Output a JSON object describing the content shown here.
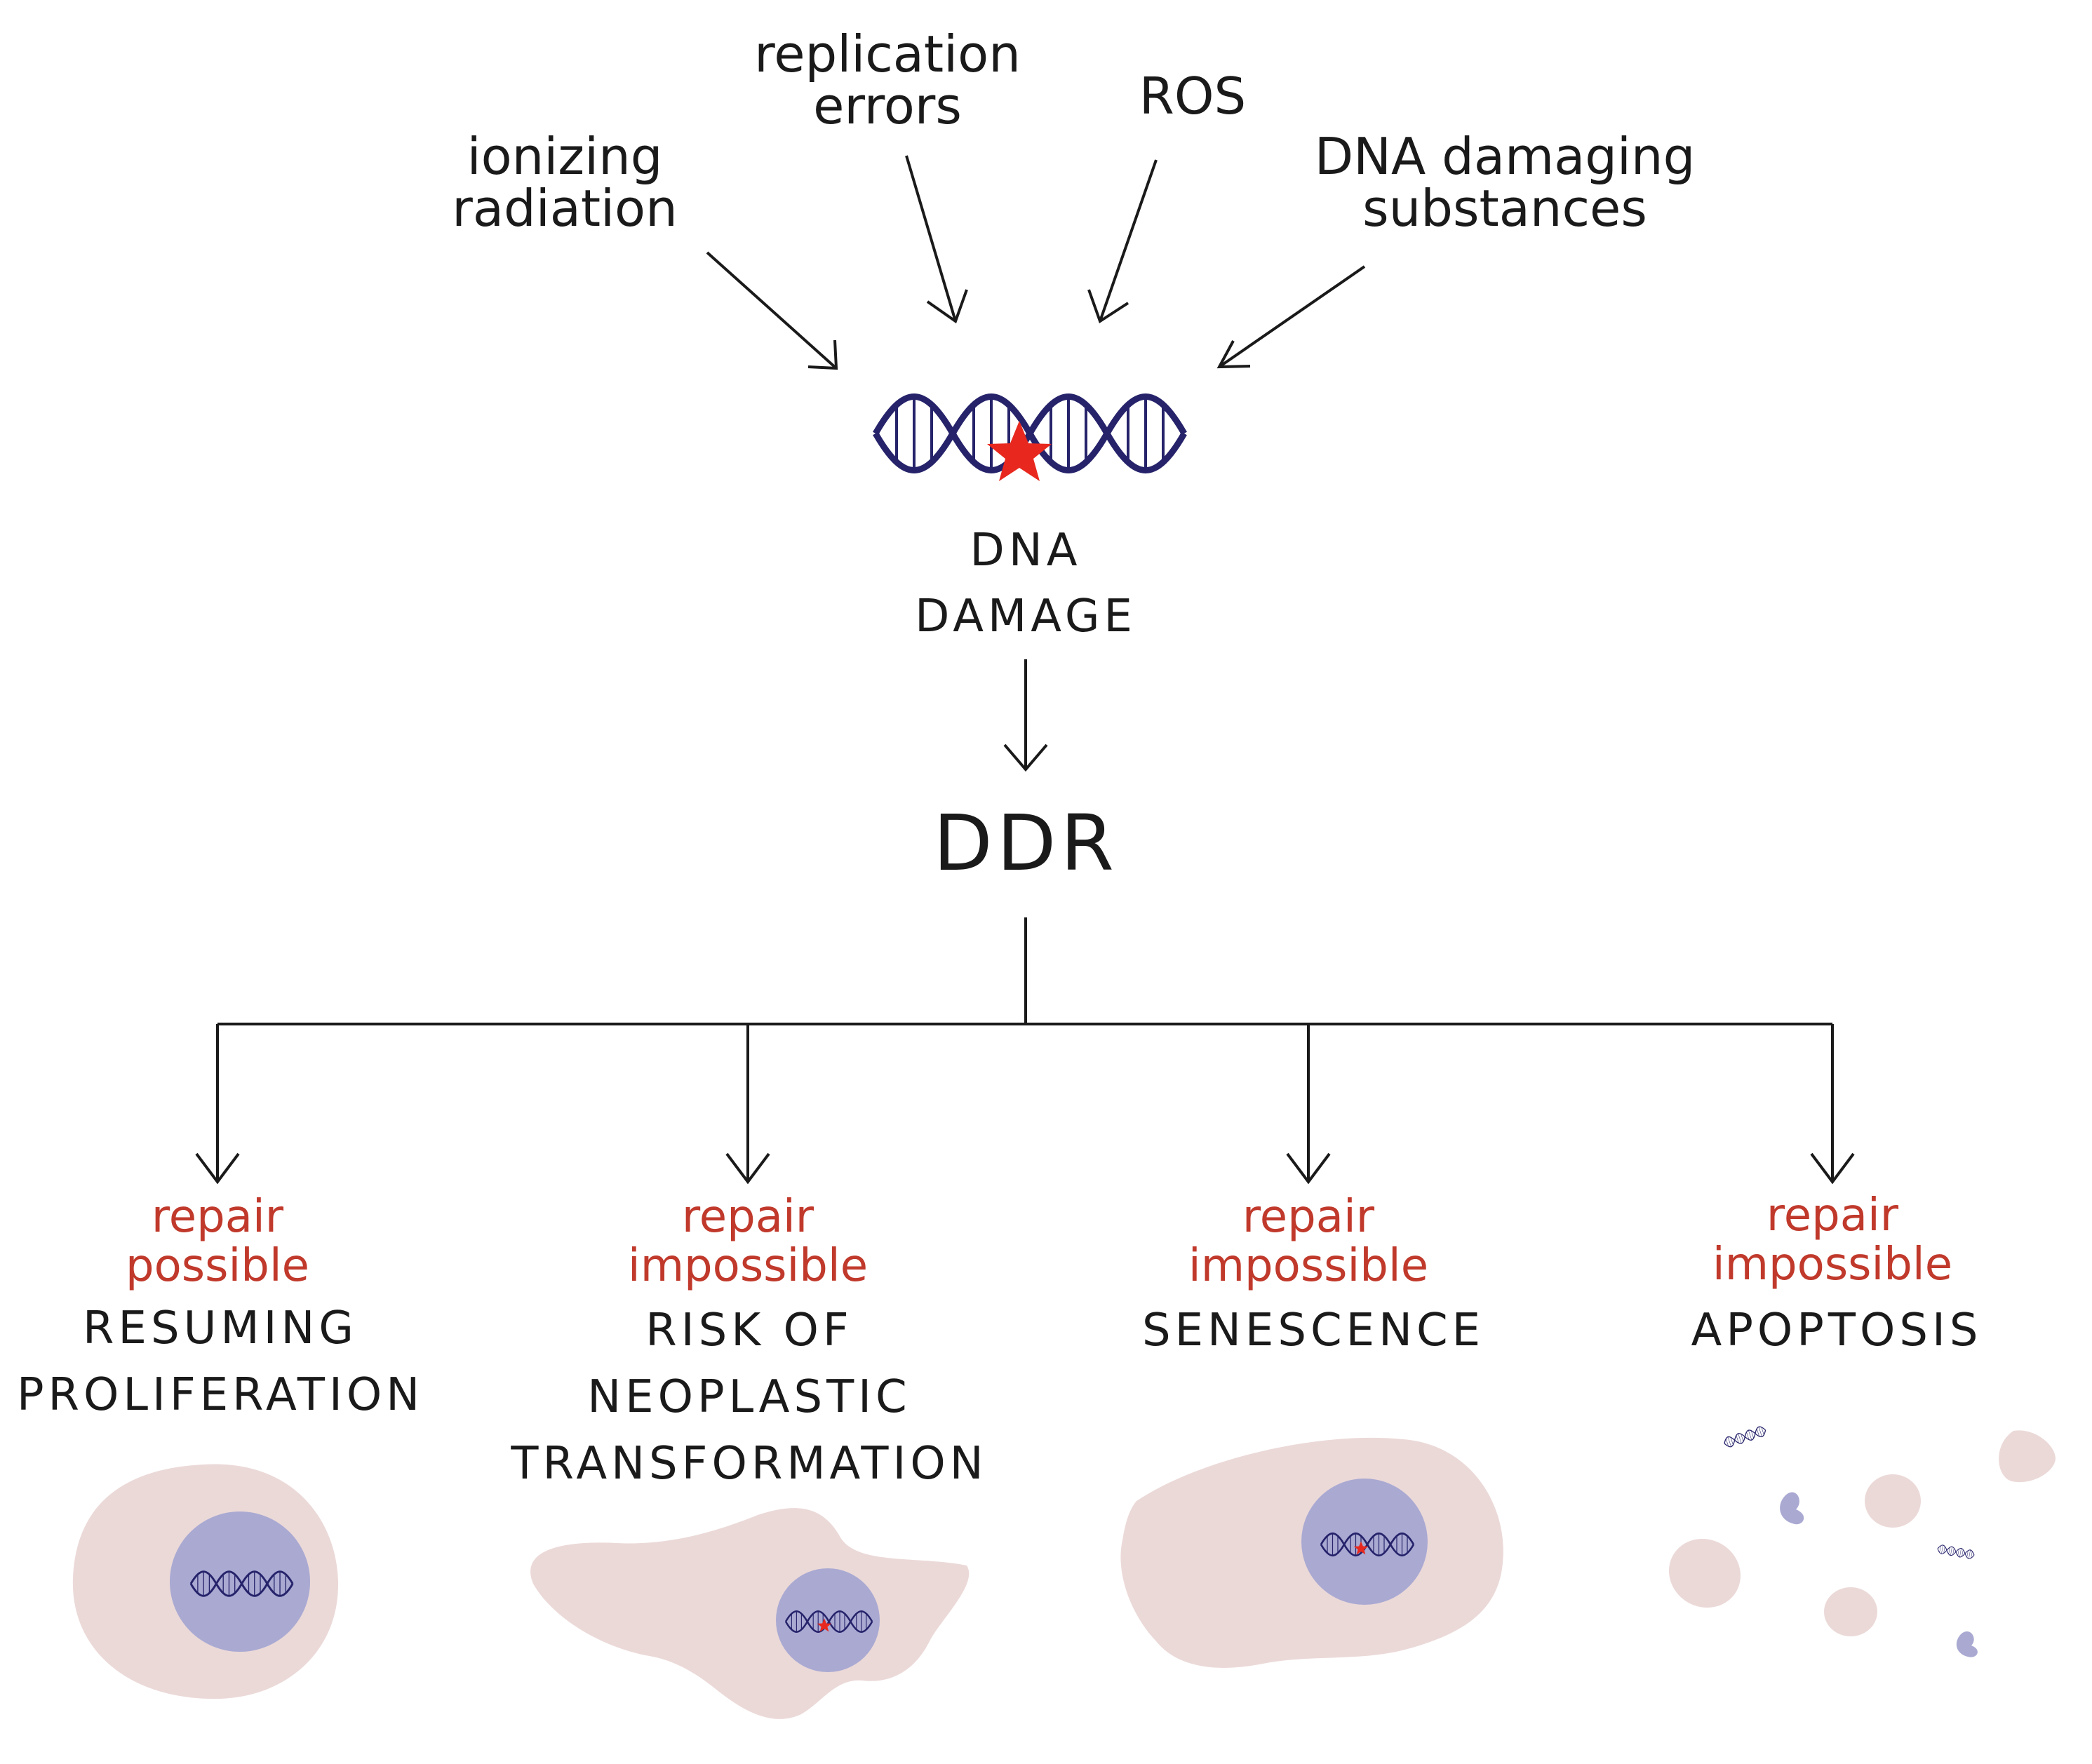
{
  "causes": [
    {
      "lines": [
        "ionizing",
        "radiation"
      ]
    },
    {
      "lines": [
        "replication",
        "errors"
      ]
    },
    {
      "lines": [
        "ROS"
      ]
    },
    {
      "lines": [
        "DNA damaging",
        "substances"
      ]
    }
  ],
  "center": {
    "damage_lines": [
      "DNA",
      "DAMAGE"
    ],
    "ddr": "DDR"
  },
  "outcomes": [
    {
      "repair_lines": [
        "repair",
        "possible"
      ],
      "result_lines": [
        "RESUMING",
        "PROLIFERATION"
      ]
    },
    {
      "repair_lines": [
        "repair",
        "impossible"
      ],
      "result_lines": [
        "RISK OF",
        "NEOPLASTIC",
        "TRANSFORMATION"
      ]
    },
    {
      "repair_lines": [
        "repair",
        "impossible"
      ],
      "result_lines": [
        "SENESCENCE"
      ]
    },
    {
      "repair_lines": [
        "repair",
        "impossible"
      ],
      "result_lines": [
        "APOPTOSIS"
      ]
    }
  ],
  "colors": {
    "ink": "#1a1a1a",
    "repair_text": "#c0392b",
    "dna_strand": "#26236b",
    "damage_star": "#e8281e",
    "cell_body": "#ebd9d8",
    "nucleus": "#a9a9d2"
  }
}
